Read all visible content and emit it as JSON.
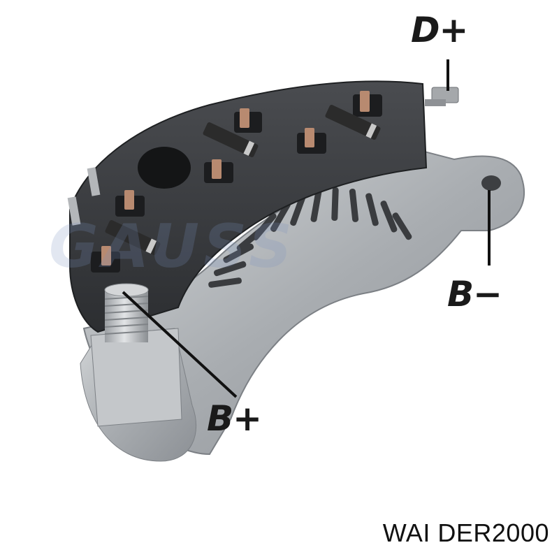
{
  "labels": {
    "d_plus": "D+",
    "b_minus": "B−",
    "b_plus": "B+"
  },
  "caption": "WAI DER2000",
  "watermark": "GAUSS",
  "colors": {
    "housing": "#3b3d40",
    "metal": "#b8bbbe",
    "diode": "#2b2b2b",
    "copper": "#b88a70",
    "watermark": "#7a92c0"
  }
}
